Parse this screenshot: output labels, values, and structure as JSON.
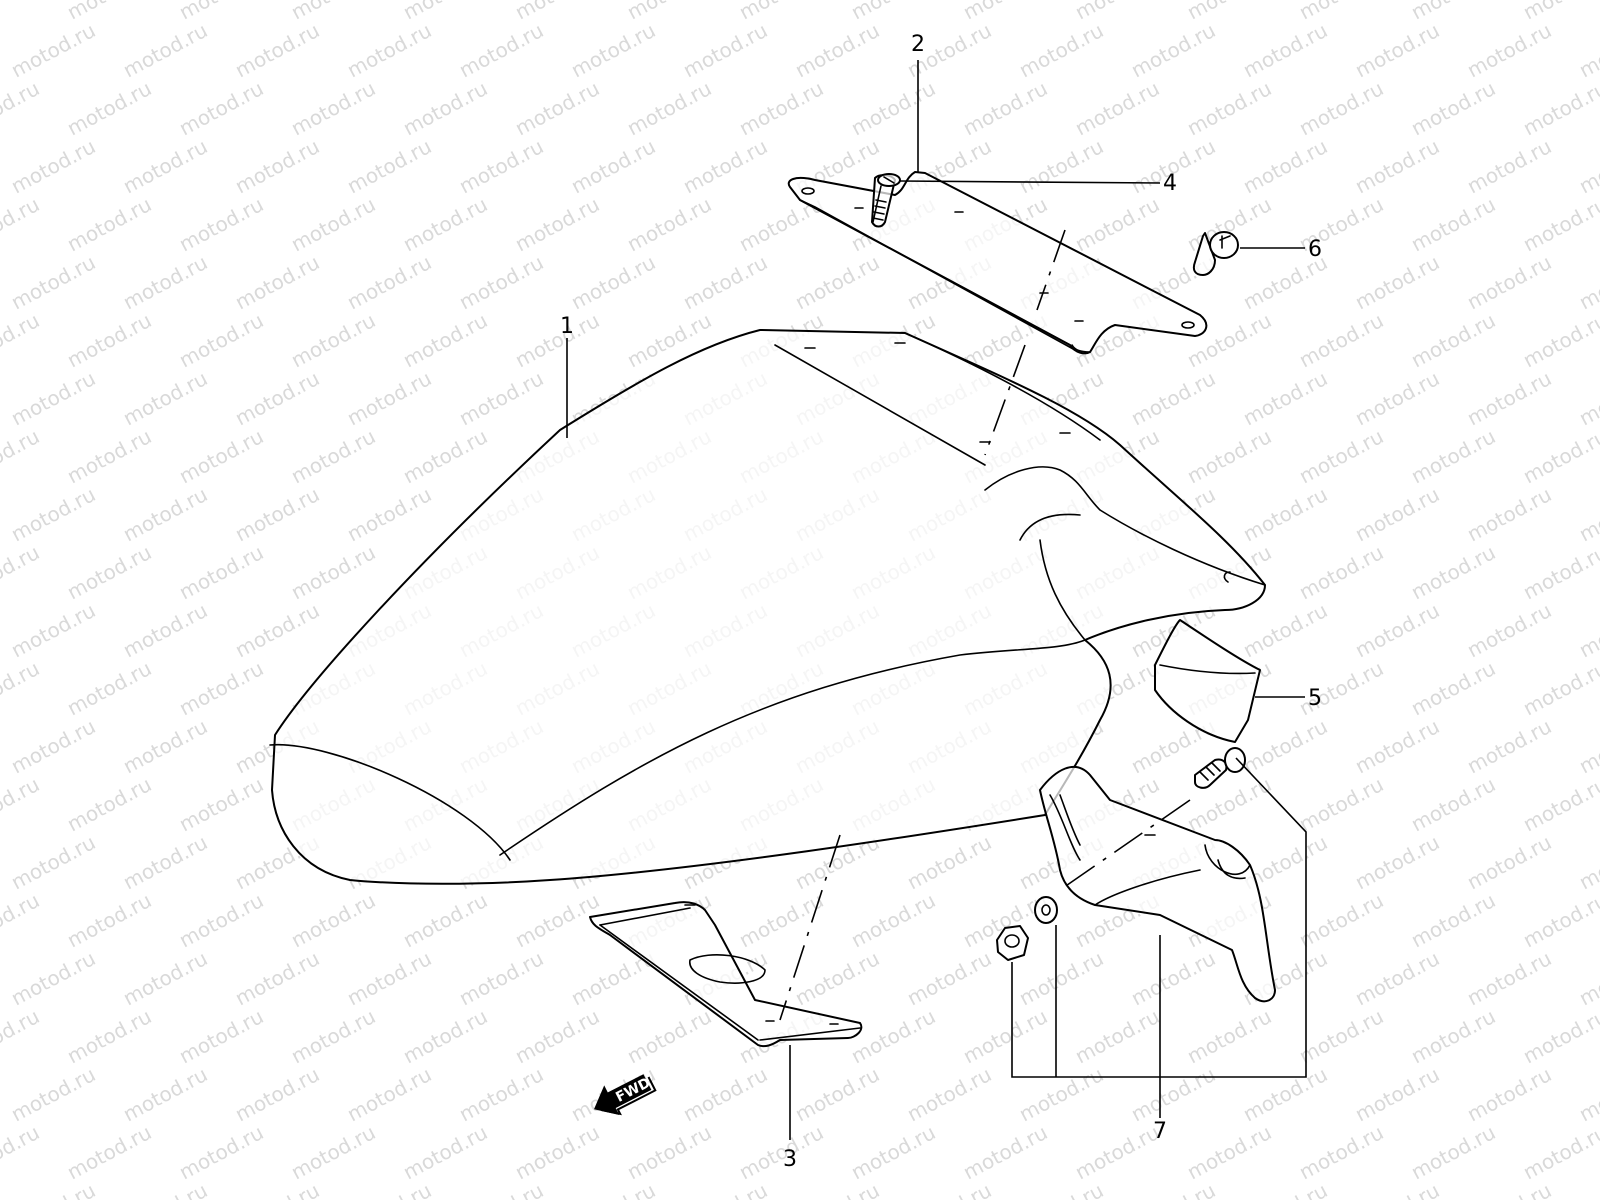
{
  "watermark": {
    "text": "motod.ru",
    "color": "#d9d9d9"
  },
  "diagram": {
    "callouts": [
      {
        "id": "1",
        "label": "1",
        "part": "front-fender"
      },
      {
        "id": "2",
        "label": "2",
        "part": "fender-bracket-upper"
      },
      {
        "id": "3",
        "label": "3",
        "part": "fender-brace-lower"
      },
      {
        "id": "4",
        "label": "4",
        "part": "screw"
      },
      {
        "id": "5",
        "label": "5",
        "part": "reflector-plate"
      },
      {
        "id": "6",
        "label": "6",
        "part": "bolt"
      },
      {
        "id": "7",
        "label": "7",
        "part": "fender-side-set"
      }
    ],
    "direction_arrow": {
      "label": "FWD",
      "icon": "forward-arrow-icon"
    }
  }
}
